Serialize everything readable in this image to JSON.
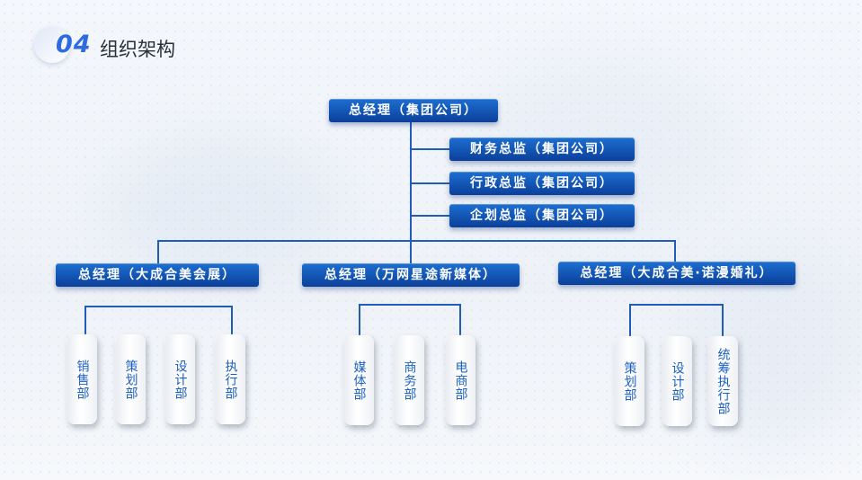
{
  "header": {
    "number": "04",
    "title": "组织架构"
  },
  "top": {
    "label": "总经理（集团公司）"
  },
  "directors": [
    {
      "label": "财务总监（集团公司）"
    },
    {
      "label": "行政总监（集团公司）"
    },
    {
      "label": "企划总监（集团公司）"
    }
  ],
  "branches": [
    {
      "label": "总经理（大成合美会展）",
      "depts": [
        "销售部",
        "策划部",
        "设计部",
        "执行部"
      ]
    },
    {
      "label": "总经理（万网星途新媒体）",
      "depts": [
        "媒体部",
        "商务部",
        "电商部"
      ]
    },
    {
      "label": "总经理（大成合美·诺漫婚礼）",
      "depts": [
        "策划部",
        "设计部",
        "统筹执行部"
      ]
    }
  ]
}
